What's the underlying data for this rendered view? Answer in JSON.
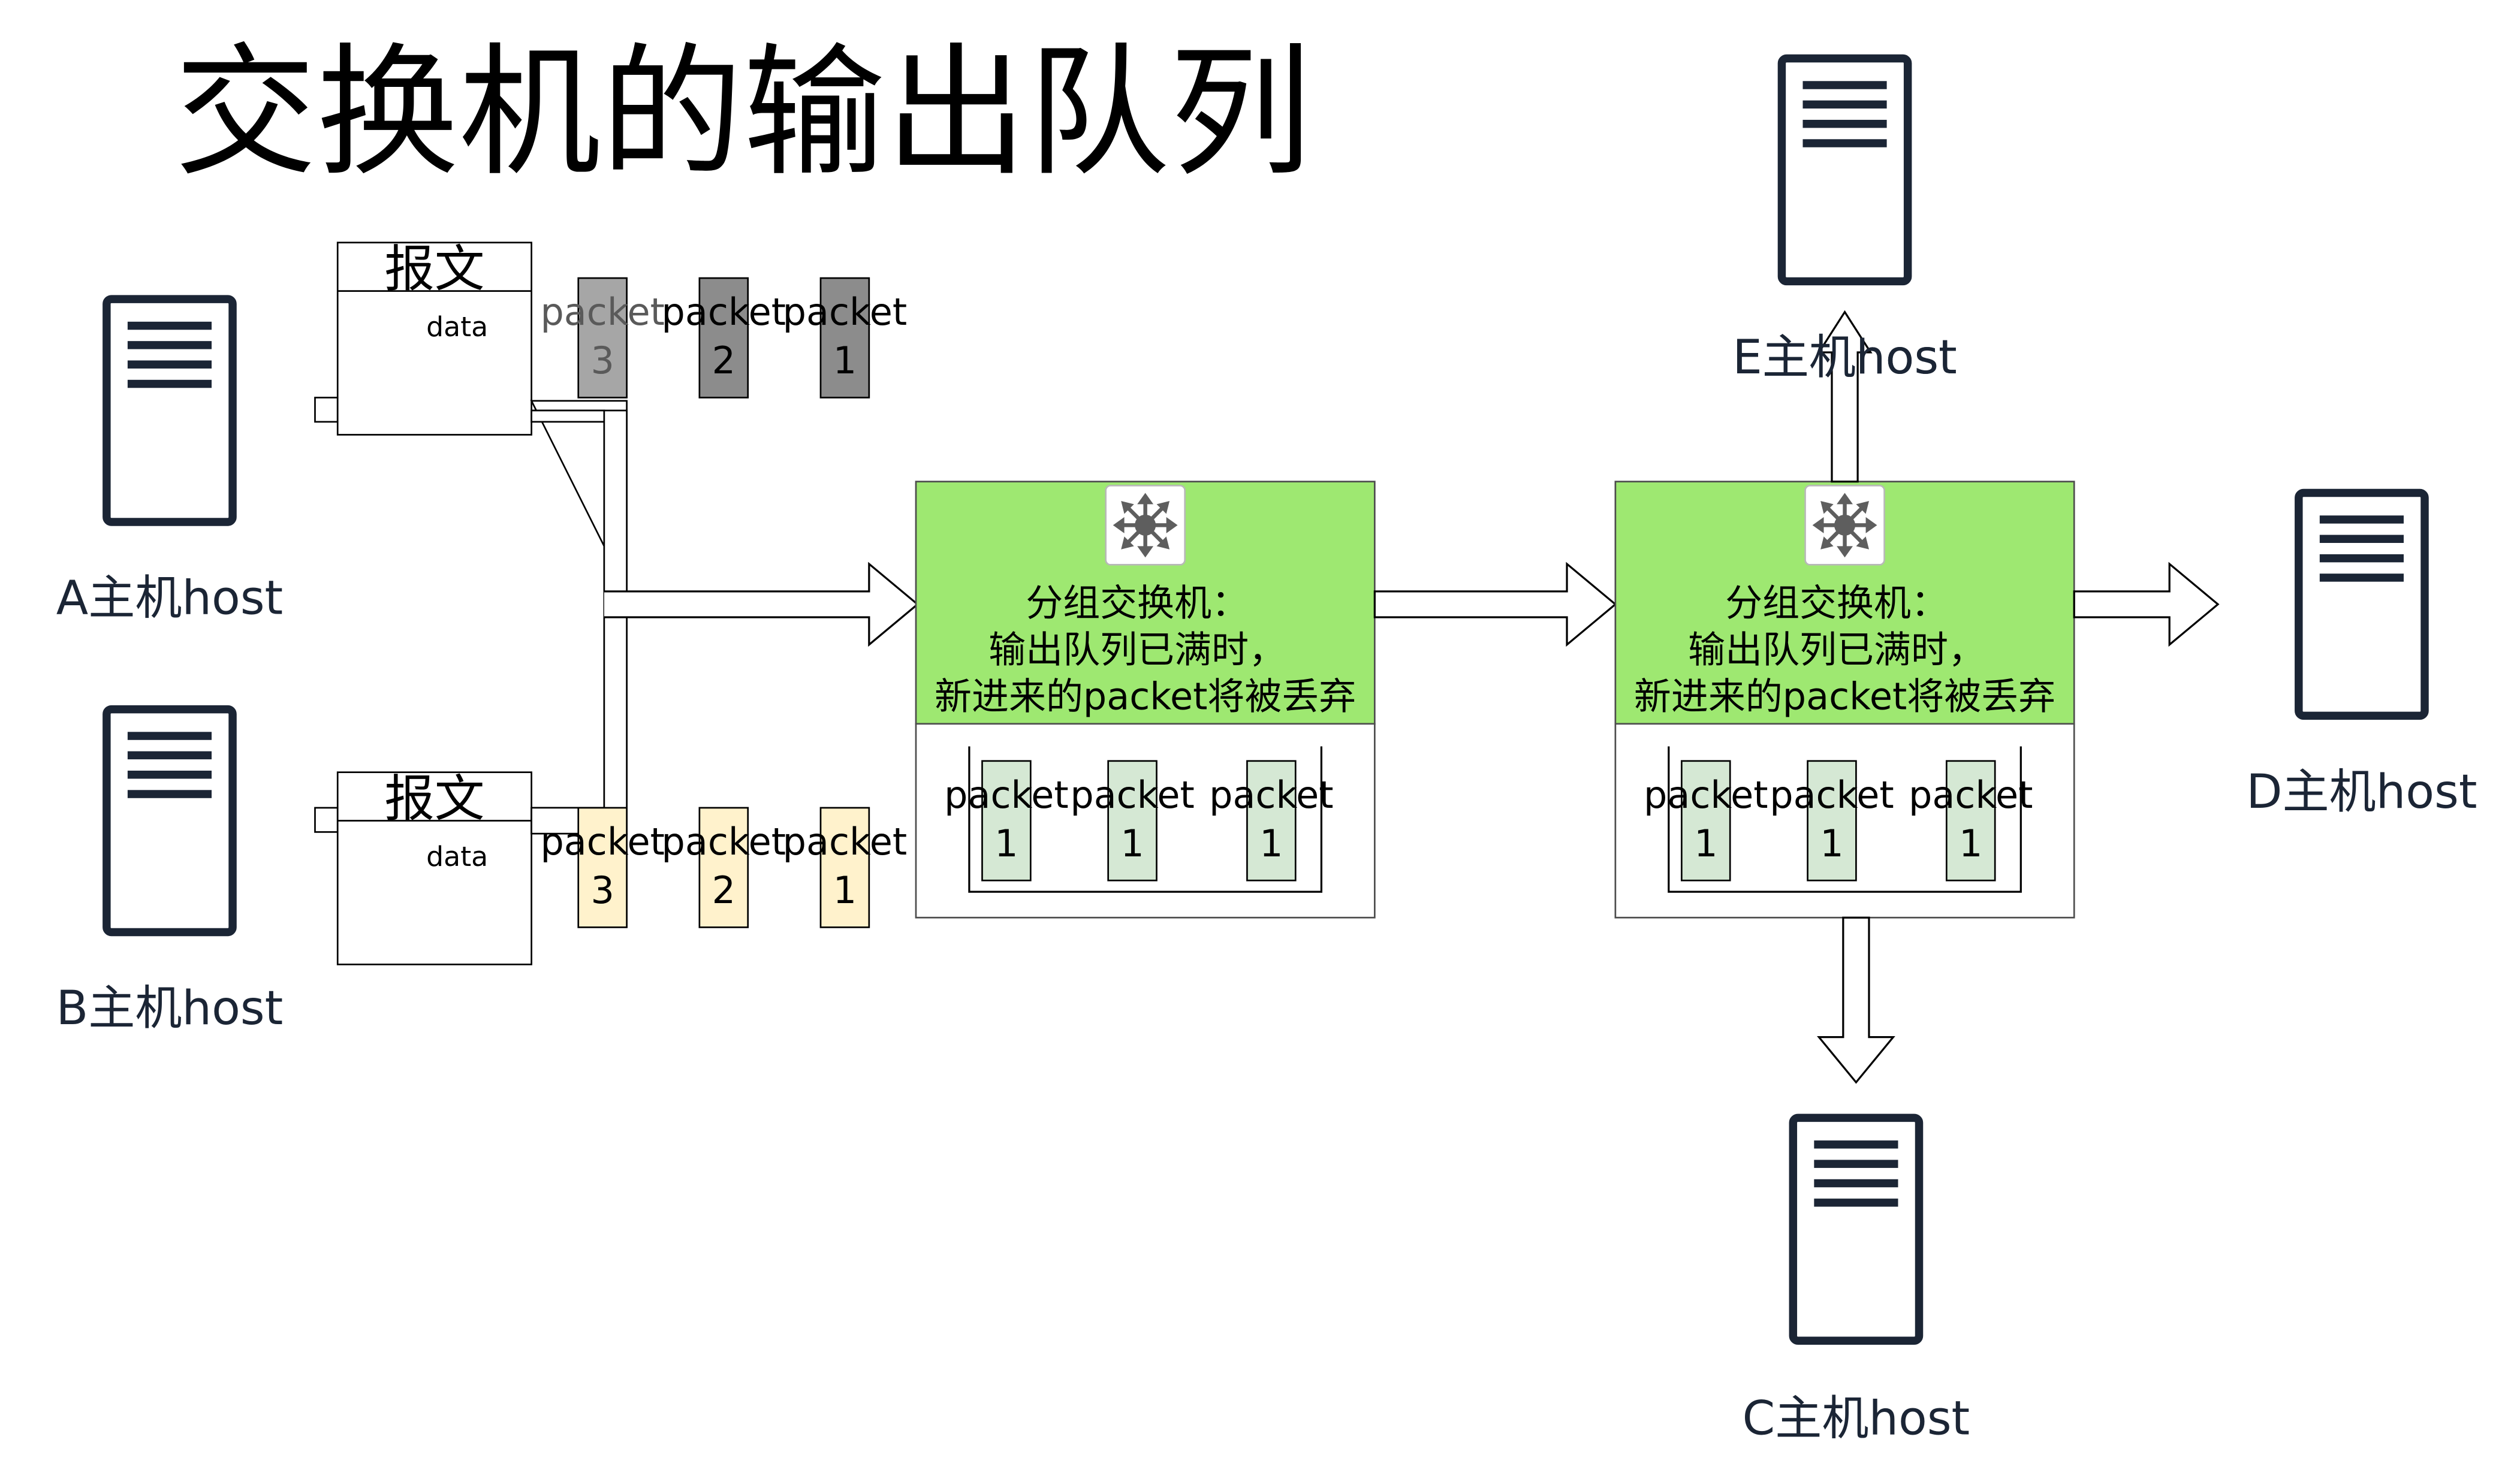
{
  "title": "交换机的输出队列",
  "hosts": {
    "a": "A主机host",
    "b": "B主机host",
    "c": "C主机host",
    "d": "D主机host",
    "e": "E主机host"
  },
  "messages": {
    "a": {
      "title": "报文",
      "body": "data"
    },
    "b": {
      "title": "报文",
      "body": "data"
    }
  },
  "packets": {
    "a": [
      {
        "word": "packet",
        "num": "3"
      },
      {
        "word": "packet",
        "num": "2"
      },
      {
        "word": "packet",
        "num": "1"
      }
    ],
    "b": [
      {
        "word": "packet",
        "num": "3"
      },
      {
        "word": "packet",
        "num": "2"
      },
      {
        "word": "packet",
        "num": "1"
      }
    ]
  },
  "switches": [
    {
      "lines": [
        "分组交换机：",
        "输出队列已满时，",
        "新进来的packet将被丢弃"
      ],
      "queue": [
        {
          "word": "packet",
          "num": "1"
        },
        {
          "word": "packet",
          "num": "1"
        },
        {
          "word": "packet",
          "num": "1"
        }
      ]
    },
    {
      "lines": [
        "分组交换机：",
        "输出队列已满时，",
        "新进来的packet将被丢弃"
      ],
      "queue": [
        {
          "word": "packet",
          "num": "1"
        },
        {
          "word": "packet",
          "num": "1"
        },
        {
          "word": "packet",
          "num": "1"
        }
      ]
    }
  ],
  "colors": {
    "switch_fill": "#9ee871",
    "queue_packet_fill": "#d5e8d4",
    "host_a_packet_dark": "#8c8c8c",
    "host_a_packet_light": "#a6a6a6",
    "host_b_packet_fill": "#fff2cc",
    "host_stroke": "#1b2535"
  }
}
